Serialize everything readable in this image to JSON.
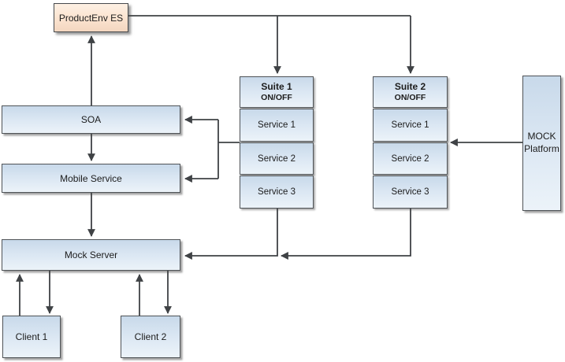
{
  "colors": {
    "background": "#ffffff",
    "box_fill_top": "#c8d9ea",
    "box_fill_bottom": "#ecf3f9",
    "box_border": "#4f5357",
    "accent_fill_top": "#fdf0e4",
    "accent_fill_bottom": "#f3d6c0",
    "connector": "#3f4245",
    "text": "#1c1c1c"
  },
  "nodes": {
    "product_env": {
      "label": "ProductEnv ES"
    },
    "soa": {
      "label": "SOA"
    },
    "mobile_service": {
      "label": "Mobile Service"
    },
    "mock_server": {
      "label": "Mock Server"
    },
    "client1": {
      "label": "Client 1"
    },
    "client2": {
      "label": "Client 2"
    },
    "suite1": {
      "title": "Suite 1",
      "toggle": "ON/OFF",
      "services": [
        "Service 1",
        "Service 2",
        "Service 3"
      ]
    },
    "suite2": {
      "title": "Suite 2",
      "toggle": "ON/OFF",
      "services": [
        "Service 1",
        "Service 2",
        "Service 3"
      ]
    },
    "mock_platform": {
      "label": "MOCK Platform",
      "lines": [
        "MOCK",
        "Platform"
      ]
    }
  }
}
